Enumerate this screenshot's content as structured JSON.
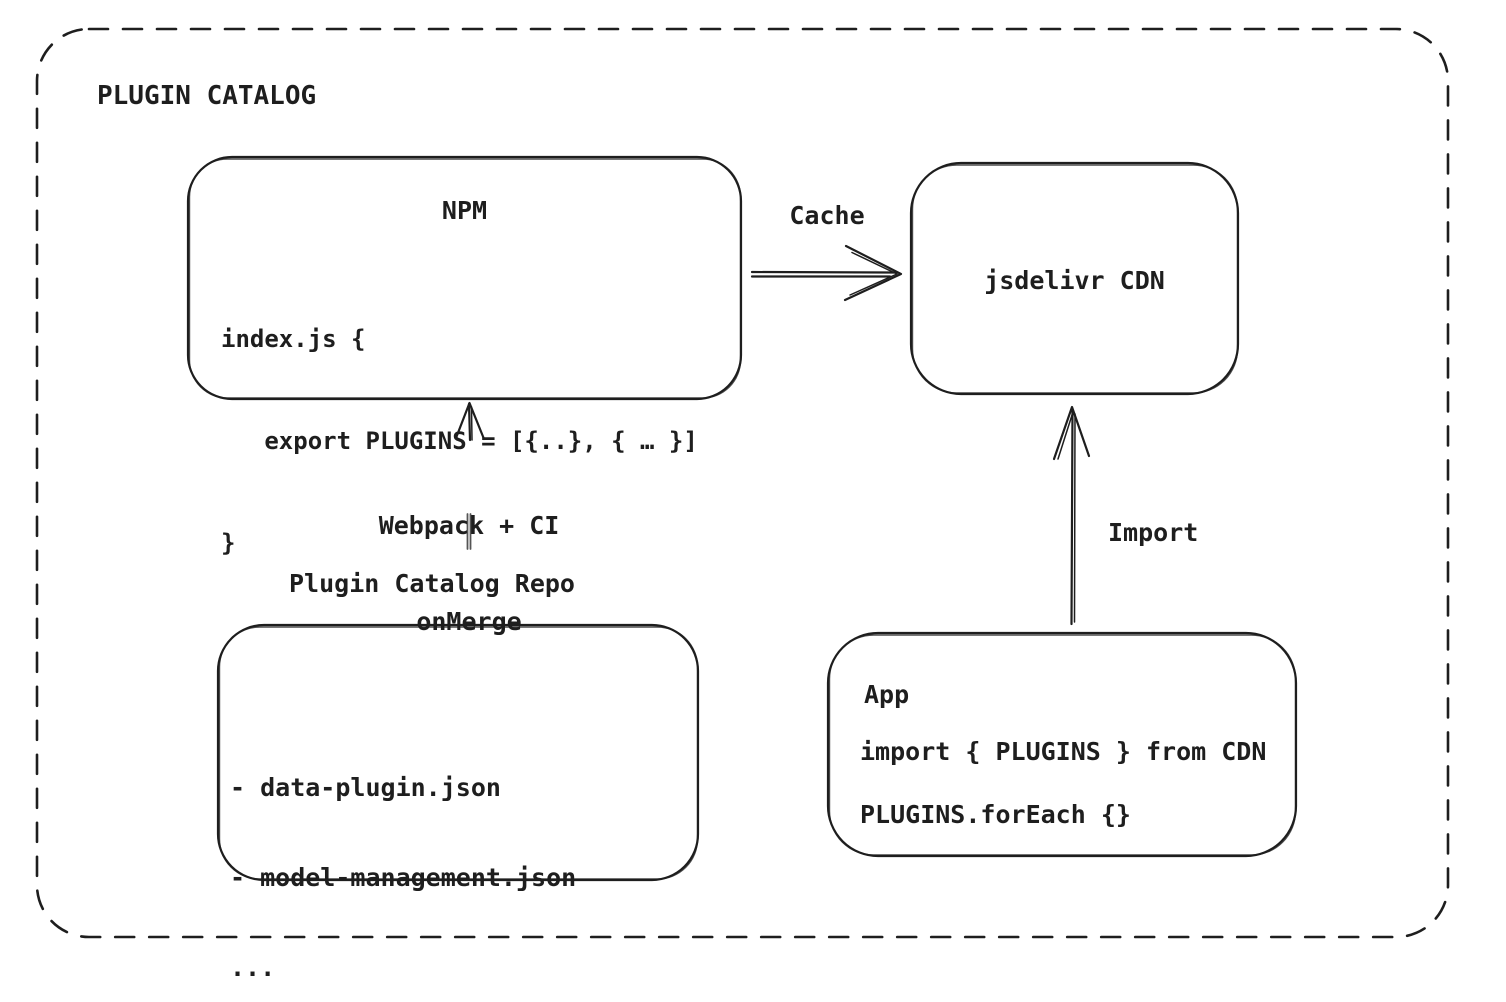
{
  "title": "PLUGIN CATALOG",
  "colors": {
    "stroke": "#1e1e1e",
    "background": "#ffffff",
    "connector": "#555555"
  },
  "nodes": {
    "npm": {
      "title": "NPM",
      "code": [
        "index.js {",
        "   export PLUGINS = [{..}, { … }]",
        "}"
      ]
    },
    "cdn": {
      "label": "jsdelivr CDN"
    },
    "repo": {
      "label": "Plugin Catalog Repo",
      "files": [
        "- data-plugin.json",
        "- model-management.json",
        "..."
      ]
    },
    "app": {
      "title": "App",
      "code": [
        "import { PLUGINS } from CDN",
        "PLUGINS.forEach {}"
      ]
    }
  },
  "edges": {
    "cache": {
      "label": "Cache"
    },
    "build": {
      "label_line1": "Webpack + CI",
      "label_line2": "onMerge"
    },
    "import": {
      "label": "Import"
    }
  }
}
